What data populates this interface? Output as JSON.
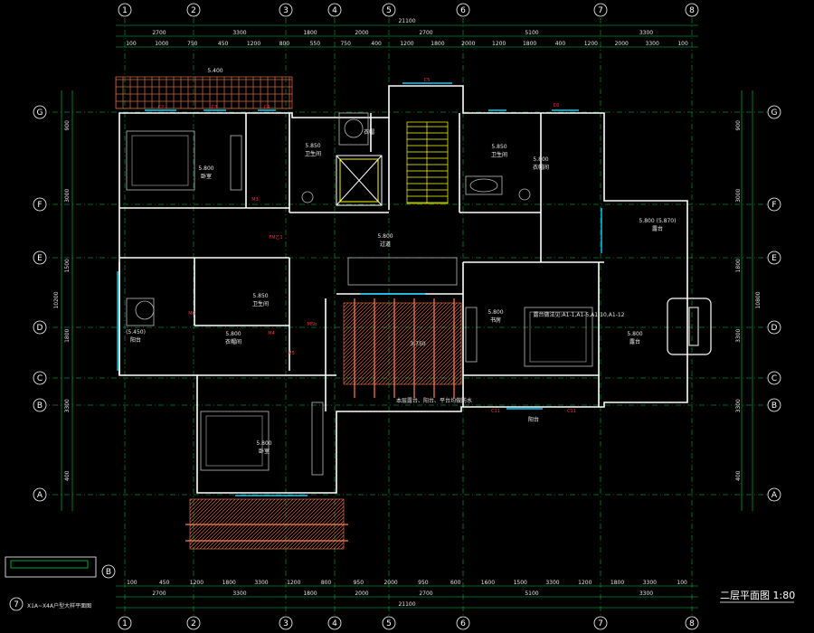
{
  "drawing": {
    "title": "二层平面图 1:80",
    "detail_note": "X1A~X4A户型大样平面图"
  },
  "axes": {
    "vertical": [
      "1",
      "2",
      "3",
      "4",
      "5",
      "6",
      "7",
      "8"
    ],
    "horizontal": [
      "G",
      "F",
      "E",
      "D",
      "C",
      "B",
      "A"
    ],
    "extra_b": "B",
    "extra_7": "7"
  },
  "dims": {
    "total_width": "21100",
    "bay_widths": [
      "2700",
      "3300",
      "1800",
      "2000",
      "2700",
      "5100",
      "3300"
    ],
    "top_row2": [
      "100",
      "1000",
      "750",
      "450",
      "1200",
      "800",
      "550",
      "750",
      "400",
      "1200",
      "1800",
      "2000",
      "1200",
      "1800",
      "400",
      "1200",
      "2000",
      "3300",
      "100"
    ],
    "bottom_row1": [
      "100",
      "450",
      "1200",
      "1800",
      "3300",
      "1200",
      "800",
      "950",
      "2000",
      "950",
      "600",
      "1600",
      "1500",
      "3300",
      "1200",
      "1800",
      "3300",
      "100"
    ],
    "left_vert": [
      "900",
      "3000",
      "1500",
      "1800",
      "3300",
      "400"
    ],
    "left_total": "10200",
    "right_vert": [
      "900",
      "3000",
      "1800",
      "3300",
      "3300",
      "400"
    ],
    "right_total": "10800"
  },
  "rooms": [
    {
      "label": "卧室",
      "elev": "5.800"
    },
    {
      "label": "卫生间",
      "elev": "5.850"
    },
    {
      "label": "衣帽"
    },
    {
      "label": "卫生间",
      "elev": "5.850"
    },
    {
      "label": "衣帽间",
      "elev": "5.800"
    },
    {
      "label": "过道",
      "elev": "5.800"
    },
    {
      "label": "卫生间",
      "elev": "5.850"
    },
    {
      "label": "阳台",
      "elev": "(5.450)"
    },
    {
      "label": "衣帽间",
      "elev": "5.800"
    },
    {
      "label": "书房",
      "elev": "5.800"
    },
    {
      "label": "露台",
      "elev": "5.800"
    },
    {
      "label": "卧室",
      "elev": "5.800"
    },
    {
      "label": "露台",
      "elev": "5.800 (5.870)"
    },
    {
      "label": "阳台"
    }
  ],
  "tags": [
    "C2",
    "C3",
    "C4",
    "C5",
    "C6",
    "M3",
    "M4",
    "M5",
    "FM乙1",
    "M5b",
    "M6",
    "C11",
    "C11"
  ],
  "notes": [
    "露台做法见:A1-1,A1-5,A1-10,A1-12",
    "本层露台、阳台、平台均做防水",
    "3.750",
    "5.400"
  ],
  "colors": {
    "wall": "#ffffff",
    "axis": "#00cc44",
    "dimension": "#00cc44",
    "window": "#00ccff",
    "hatch": "#ff7f50",
    "roof_tile": "#ff7f50",
    "stair": "#ffff00",
    "fixture": "#e8e8e8",
    "red_label": "#ff2020",
    "magenta": "#ff00ff"
  }
}
